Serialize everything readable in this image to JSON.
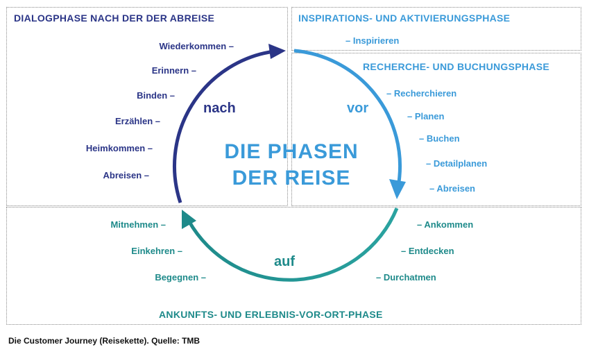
{
  "phases": {
    "dialog": {
      "title": "DIALOGPHASE NACH DER DER ABREISE",
      "items": [
        "Wiederkommen –",
        "Erinnern –",
        "Binden –",
        "Erzählen –",
        "Heimkommen –",
        "Abreisen –"
      ]
    },
    "inspiration": {
      "title": "INSPIRATIONS- UND AKTIVIERUNGSPHASE",
      "items": [
        "– Inspirieren"
      ]
    },
    "research": {
      "title": "RECHERCHE- UND BUCHUNGSPHASE",
      "items": [
        "– Recherchieren",
        "– Planen",
        "– Buchen",
        "– Detailplanen",
        "– Abreisen"
      ]
    },
    "arrival": {
      "title": "ANKUNFTS- UND ERLEBNIS-VOR-ORT-PHASE",
      "items_left": [
        "Mitnehmen –",
        "Einkehren –",
        "Begegnen –"
      ],
      "items_right": [
        "– Ankommen",
        "– Entdecken",
        "– Durchatmen"
      ]
    }
  },
  "center": {
    "line1": "DIE PHASEN",
    "line2": "DER REISE"
  },
  "arc_labels": {
    "after": "nach",
    "before": "vor",
    "during": "auf"
  },
  "caption": "Die Customer Journey (Reisekette). Quelle: TMB",
  "colors": {
    "navy": "#2b3587",
    "sky": "#3a9ad9",
    "teal": "#1e8a8a"
  }
}
